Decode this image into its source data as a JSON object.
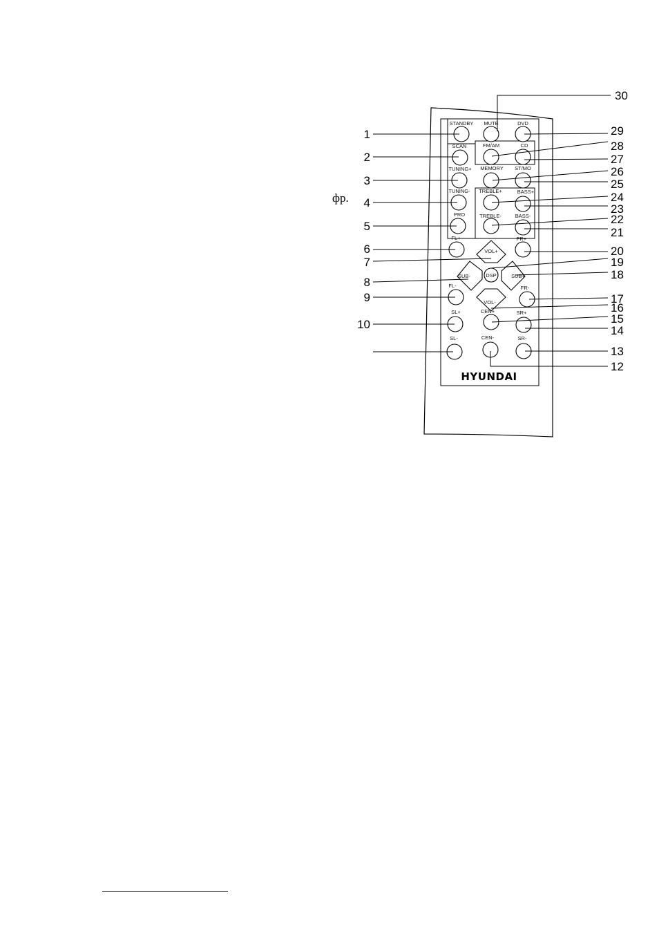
{
  "note": "фр.",
  "brand": "HYUNDAI",
  "buttons": {
    "standby": "STANDBY",
    "mute": "MUTE",
    "dvd": "DVD",
    "scan": "SCAN",
    "fm_am": "FM/AM",
    "cd": "CD",
    "tuning_plus": "TUNING+",
    "memory": "MEMORY",
    "st_mo": "ST/MO",
    "tuning_minus": "TUNING-",
    "treble_plus": "TREBLE+",
    "bass_plus": "BASS+",
    "pro": "PRO",
    "treble_minus": "TREBLE-",
    "bass_minus": "BASS-",
    "fl_plus": "FL+",
    "fr_plus": "FR+",
    "vol_plus": "VOL+",
    "sub_minus": "SUB-",
    "dsp": "DSP",
    "sub_plus": "SUB+",
    "fl_minus": "FL-",
    "fr_minus": "FR-",
    "vol_minus": "VOL-",
    "sl_plus": "SL+",
    "cen_plus": "CEN+",
    "sr_plus": "SR+",
    "sl_minus": "SL-",
    "cen_minus": "CEN-",
    "sr_minus": "SR-"
  },
  "callouts": {
    "n1": "1",
    "n2": "2",
    "n3": "3",
    "n4": "4",
    "n5": "5",
    "n6": "6",
    "n7": "7",
    "n8": "8",
    "n9": "9",
    "n10": "10",
    "n12": "12",
    "n13": "13",
    "n14": "14",
    "n15": "15",
    "n16": "16",
    "n17": "17",
    "n18": "18",
    "n19": "19",
    "n20": "20",
    "n21": "21",
    "n22": "22",
    "n23": "23",
    "n24": "24",
    "n25": "25",
    "n26": "26",
    "n27": "27",
    "n28": "28",
    "n29": "29",
    "n30": "30"
  }
}
